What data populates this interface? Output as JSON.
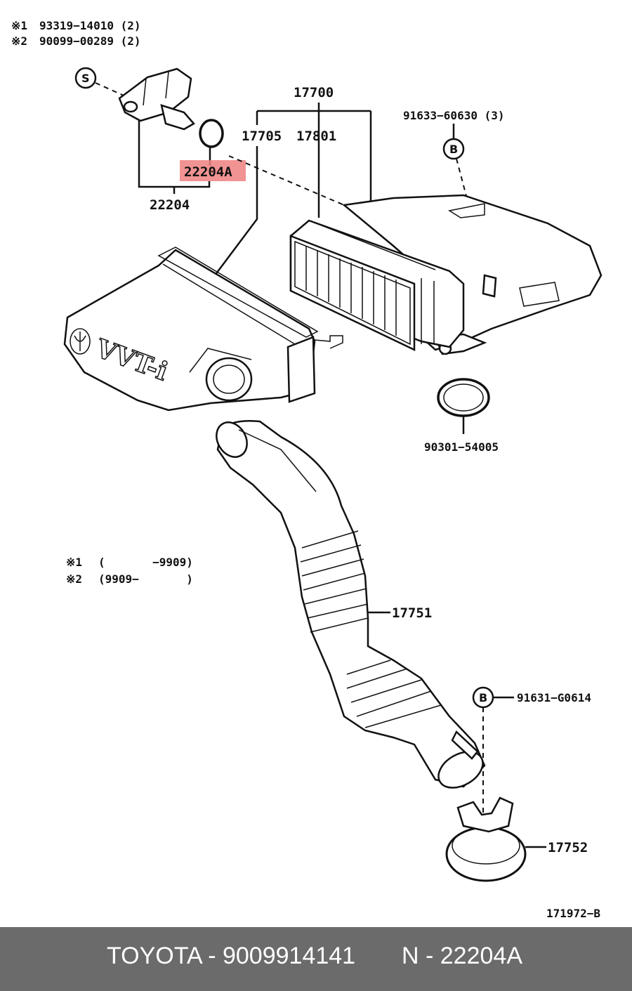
{
  "notes": {
    "ref1_marker": "※1",
    "ref1_part": "93319−14010 (2)",
    "ref2_marker": "※2",
    "ref2_part": "90099−00289 (2)",
    "range1_marker": "※1",
    "range1_text": "(       −9909)",
    "range2_marker": "※2",
    "range2_text": "(9909−       )"
  },
  "callouts": {
    "s_symbol": "S",
    "b_symbol_top": "B",
    "b_symbol_bottom": "B",
    "p17700": "17700",
    "p17705": "17705",
    "p17801": "17801",
    "p22204A": "22204A",
    "p22204": "22204",
    "p91633": "91633−60630 (3)",
    "p90301": "90301−54005",
    "p17751": "17751",
    "p91631": "91631−G0614",
    "p17752": "17752",
    "diagram_id": "171972−B"
  },
  "cover_text": "VVT-i",
  "highlight_color": "#f08080",
  "footer": {
    "left": "TOYOTA - 9009914141",
    "right": "N - 22204A"
  }
}
